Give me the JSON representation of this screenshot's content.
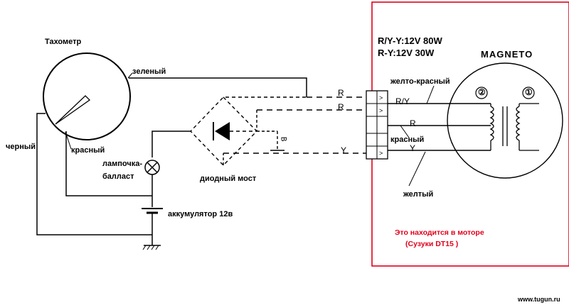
{
  "diagram": {
    "tachometer_label": "Тахометр",
    "wire_green": "зеленый",
    "wire_black": "черный",
    "wire_red_tach": "красный",
    "lamp_label_1": "лампочка-",
    "lamp_label_2": "балласт",
    "bridge_label": "диодный мост",
    "battery_label": "аккумулятор 12в",
    "spec_line_1": "R/Y-Y:12V 80W",
    "spec_line_2": "R-Y:12V 30W",
    "magneto_title": "MAGNETO",
    "wire_yellow_red": "желто-красный",
    "wire_red_magneto": "красный",
    "wire_yellow": "желтый",
    "engine_note_1": "Это находится в моторе",
    "engine_note_2": "(Сузуки DT15 )",
    "connector_r_y": "R/Y",
    "connector_r": "R",
    "connector_y": "Y",
    "dashed_r1": "R",
    "dashed_r2": "R",
    "dashed_y": "Y",
    "dashed_b": "B",
    "coil_2": "②",
    "coil_1": "①",
    "watermark": "www.tugun.ru"
  },
  "colors": {
    "box_border": "#e0001b",
    "note_text": "#e0001b",
    "line": "#000000"
  }
}
